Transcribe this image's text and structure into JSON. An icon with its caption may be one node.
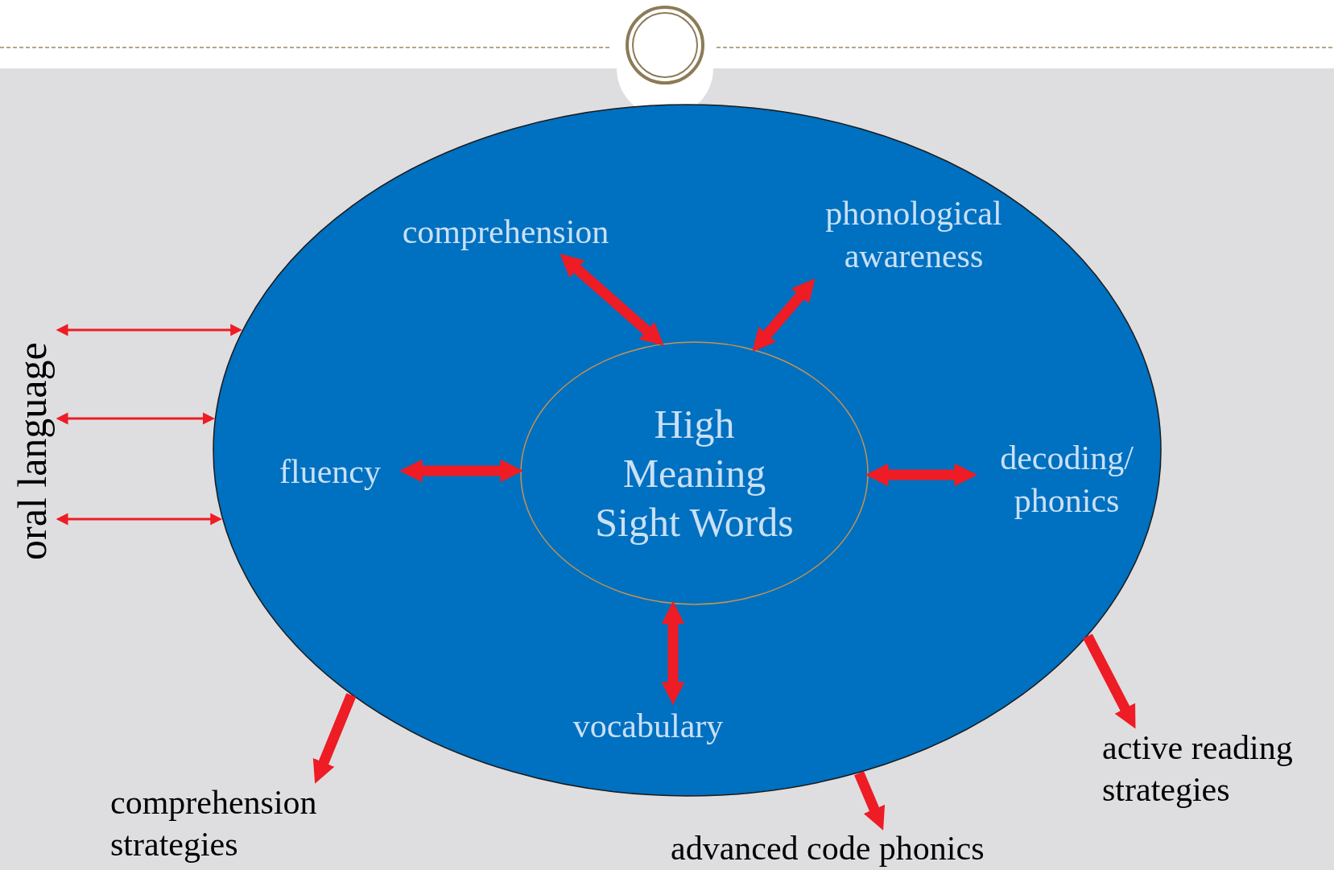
{
  "diagram": {
    "nodes": [
      {
        "text": [],
        "shape": "ellipse"
      },
      {
        "text": [
          "comprehension"
        ],
        "in": 0
      },
      {
        "text": [
          "phonological awareness"
        ],
        "in": 0
      },
      {
        "text": [
          "fluency"
        ],
        "in": 0
      },
      {
        "text": [
          "High Meaning Sight Words"
        ],
        "in": 0
      },
      {
        "text": [
          "decoding/ phonics"
        ],
        "in": 0
      },
      {
        "text": [
          "vocabulary"
        ],
        "in": 0
      },
      {
        "text": [
          "oral language"
        ]
      },
      {
        "text": [
          "comprehension strategies"
        ]
      },
      {
        "text": [
          "active reading strategies"
        ]
      },
      {
        "text": [
          "advanced code phonics"
        ]
      }
    ],
    "edges": [
      {
        "from": 1,
        "to": 4,
        "arrow": "both"
      },
      {
        "from": 2,
        "to": 4,
        "arrow": "both"
      },
      {
        "from": 3,
        "to": 4,
        "arrow": "both"
      },
      {
        "from": 4,
        "to": 5,
        "arrow": "both"
      },
      {
        "from": 4,
        "to": 6,
        "arrow": "both"
      },
      {
        "from": 7,
        "to": 0,
        "arrow": "both"
      },
      {
        "from": 7,
        "to": 0,
        "arrow": "both"
      },
      {
        "from": 7,
        "to": 0,
        "arrow": "both"
      },
      {
        "from": 0,
        "to": 8,
        "arrow": "to"
      },
      {
        "from": 0,
        "to": 10,
        "arrow": "to"
      },
      {
        "from": 0,
        "to": 9,
        "arrow": "to"
      }
    ]
  }
}
